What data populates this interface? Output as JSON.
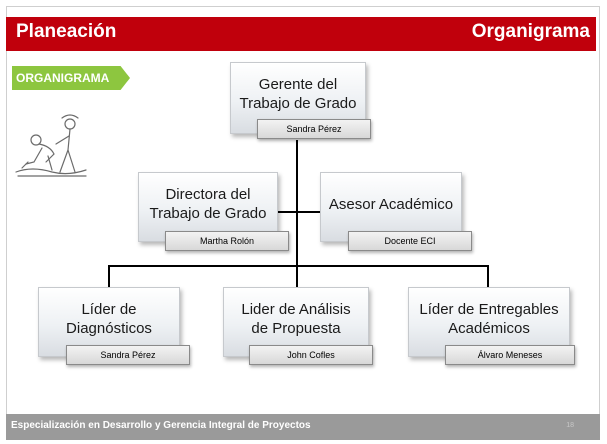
{
  "header": {
    "section_title": "Planeación",
    "page_title": "Organigrama"
  },
  "tag": {
    "label": "ORGANIGRAMA"
  },
  "clipart": {
    "icon": "people-helping-clipart-icon"
  },
  "org": {
    "root": {
      "title": "Gerente del\nTrabajo de Grado",
      "person": "Sandra Pérez"
    },
    "level2": [
      {
        "title": "Directora del\nTrabajo de Grado",
        "person": "Martha Rolón"
      },
      {
        "title": "Asesor Académico",
        "person": "Docente ECI"
      }
    ],
    "level3": [
      {
        "title": "Líder de\nDiagnósticos",
        "person": "Sandra Pérez"
      },
      {
        "title": "Lider de Análisis\nde Propuesta",
        "person": "John Cofles"
      },
      {
        "title": "Líder de Entregables\nAcadémicos",
        "person": "Álvaro Meneses"
      }
    ]
  },
  "footer": {
    "text": "Especialización en Desarrollo y Gerencia Integral de Proyectos",
    "page_number": "18"
  },
  "colors": {
    "header_red": "#c0000c",
    "tag_green": "#8dc63f",
    "footer_gray": "#9a9a9a"
  }
}
